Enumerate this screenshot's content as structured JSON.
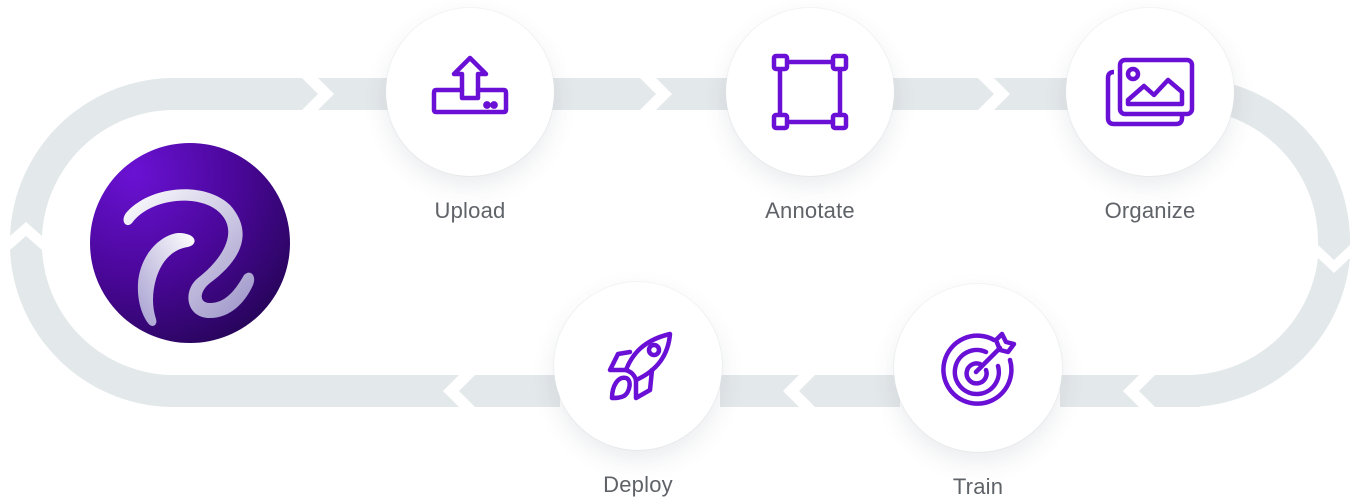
{
  "diagram": {
    "type": "cycle-flow",
    "colors": {
      "track": "#e3e8ea",
      "icon_stroke": "#6a0fd6",
      "label": "#5f6368",
      "logo_dark": "#2a0560",
      "logo_light": "#6a12d4"
    },
    "logo": {
      "name": "brand-logo"
    },
    "steps": [
      {
        "label": "Upload",
        "icon": "upload-icon"
      },
      {
        "label": "Annotate",
        "icon": "bounding-box-icon"
      },
      {
        "label": "Organize",
        "icon": "image-gallery-icon"
      },
      {
        "label": "Train",
        "icon": "target-icon"
      },
      {
        "label": "Deploy",
        "icon": "rocket-icon"
      }
    ]
  }
}
